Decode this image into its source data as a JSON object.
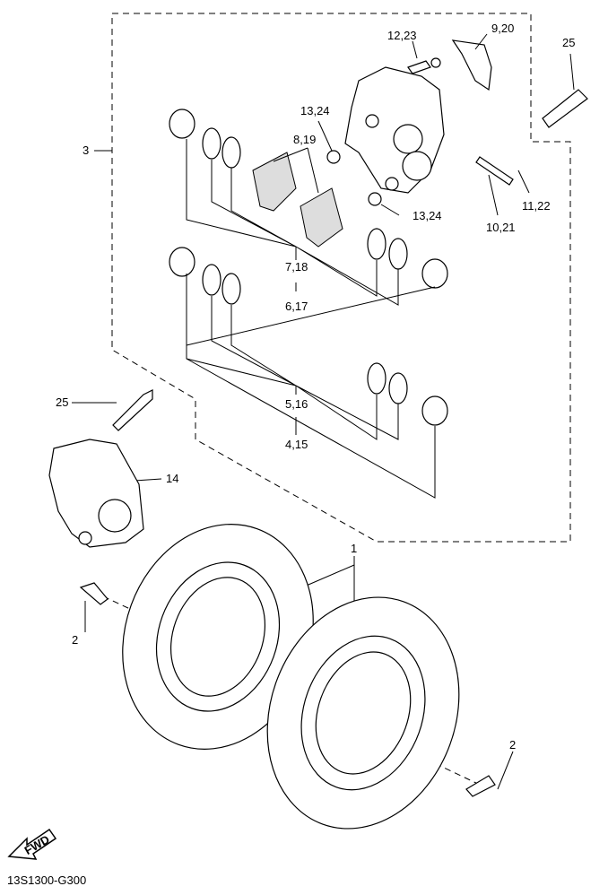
{
  "diagram": {
    "code": "13S1300-G300",
    "fwd_label": "FWD",
    "callouts": {
      "c12_23": "12,23",
      "c9_20": "9,20",
      "c25_top": "25",
      "c13_24_top": "13,24",
      "c8_19": "8,19",
      "c3": "3",
      "c13_24_bottom": "13,24",
      "c10_21": "10,21",
      "c11_22": "11,22",
      "c7_18": "7,18",
      "c6_17": "6,17",
      "c5_16": "5,16",
      "c4_15": "4,15",
      "c25_left": "25",
      "c14": "14",
      "c1": "1",
      "c2_left": "2",
      "c2_right": "2"
    }
  }
}
